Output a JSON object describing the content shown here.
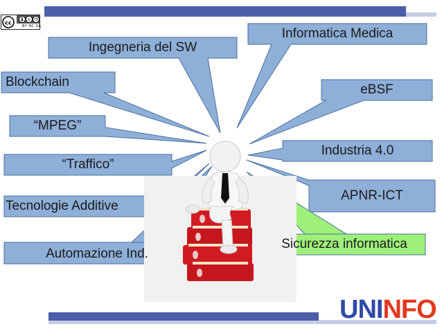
{
  "license_badge": {
    "text": "BY NC SA"
  },
  "callouts": [
    {
      "id": "informatica-medica",
      "label": "Informatica Medica",
      "fill": "#8eafd8"
    },
    {
      "id": "ingegneria-sw",
      "label": "Ingegneria del SW",
      "fill": "#8eafd8"
    },
    {
      "id": "blockchain",
      "label": "Blockchain",
      "fill": "#8eafd8"
    },
    {
      "id": "ebsf",
      "label": "eBSF",
      "fill": "#8eafd8"
    },
    {
      "id": "mpeg",
      "label": "“MPEG”",
      "fill": "#8eafd8"
    },
    {
      "id": "industria",
      "label": "Industria 4.0",
      "fill": "#8eafd8"
    },
    {
      "id": "traffico",
      "label": "“Traffico”",
      "fill": "#8eafd8"
    },
    {
      "id": "apnr",
      "label": "APNR-ICT",
      "fill": "#8eafd8"
    },
    {
      "id": "tecnologie",
      "label": "Tecnologie Additive",
      "fill": "#8eafd8"
    },
    {
      "id": "automazione",
      "label": "Automazione Ind.",
      "fill": "#8eafd8"
    },
    {
      "id": "sicurezza",
      "label": "Sicurezza informatica",
      "fill": "#9ef07a"
    }
  ],
  "logo": {
    "part1": "UNI",
    "part2": "NFO",
    "color1": "#2f4aa6",
    "color2": "#e3381e"
  }
}
